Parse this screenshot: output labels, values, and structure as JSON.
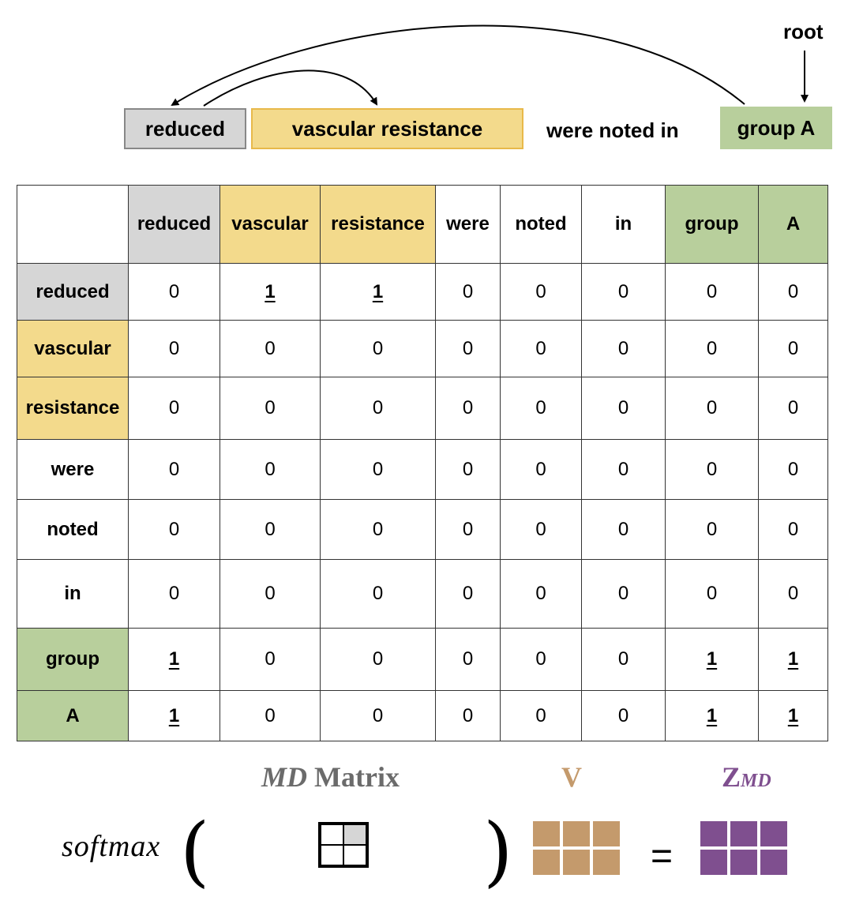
{
  "top": {
    "root_label": "root",
    "tokens": {
      "reduced": "reduced",
      "vascular_resistance": "vascular resistance",
      "middle": "were noted in",
      "group_a": "group A"
    }
  },
  "colors": {
    "gray": "#d6d6d6",
    "yellow": "#f3da8c",
    "green": "#b8cf9c",
    "v_brown": "#c49a6c",
    "z_purple": "#7f4f8f",
    "title_gray": "#6b6b6b"
  },
  "matrix": {
    "columns": [
      "reduced",
      "vascular",
      "resistance",
      "were",
      "noted",
      "in",
      "group",
      "A"
    ],
    "rows": [
      {
        "label": "reduced",
        "values": [
          "0",
          "1",
          "1",
          "0",
          "0",
          "0",
          "0",
          "0"
        ]
      },
      {
        "label": "vascular",
        "values": [
          "0",
          "0",
          "0",
          "0",
          "0",
          "0",
          "0",
          "0"
        ]
      },
      {
        "label": "resistance",
        "values": [
          "0",
          "0",
          "0",
          "0",
          "0",
          "0",
          "0",
          "0"
        ]
      },
      {
        "label": "were",
        "values": [
          "0",
          "0",
          "0",
          "0",
          "0",
          "0",
          "0",
          "0"
        ]
      },
      {
        "label": "noted",
        "values": [
          "0",
          "0",
          "0",
          "0",
          "0",
          "0",
          "0",
          "0"
        ]
      },
      {
        "label": "in",
        "values": [
          "0",
          "0",
          "0",
          "0",
          "0",
          "0",
          "0",
          "0"
        ]
      },
      {
        "label": "group",
        "values": [
          "1",
          "0",
          "0",
          "0",
          "0",
          "0",
          "1",
          "1"
        ]
      },
      {
        "label": "A",
        "values": [
          "1",
          "0",
          "0",
          "0",
          "0",
          "0",
          "1",
          "1"
        ]
      }
    ],
    "highlight": [
      "gray",
      "yellow",
      "yellow",
      "none",
      "none",
      "none",
      "green",
      "green"
    ]
  },
  "formula": {
    "md_italic": "MD",
    "md_rest": " Matrix",
    "v_label": "V",
    "z_label": "Z",
    "z_sub": "MD",
    "softmax": "softmax",
    "open_paren": "(",
    "close_paren": ")",
    "equals": "="
  }
}
